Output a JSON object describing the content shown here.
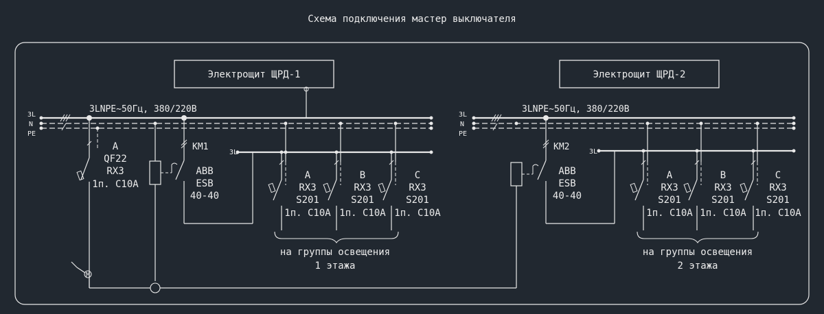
{
  "title": "Схема подключения мастер выключателя",
  "panel1": {
    "name": "Электрощит ЩРД-1",
    "supply": "3LNPE~50Гц, 380/220В",
    "bus_labels": [
      "3L",
      "N",
      "PE"
    ],
    "main_breaker": [
      "A",
      "QF22",
      "RX3",
      "1п. C10A"
    ],
    "contactor": [
      "ABB",
      "ESB",
      "40-40"
    ],
    "contactor_tag": "KM1",
    "out_bus_label": "3L",
    "groups": [
      {
        "lines": [
          "A",
          "RX3",
          "S201",
          "1п. C10A"
        ]
      },
      {
        "lines": [
          "B",
          "RX3",
          "S201",
          "1п. C10A"
        ]
      },
      {
        "lines": [
          "C",
          "RX3",
          "S201",
          "1п. C10A"
        ]
      }
    ],
    "note": [
      "на группы освещения",
      "1 этажа"
    ]
  },
  "panel2": {
    "name": "Электрощит ЩРД-2",
    "supply": "3LNPE~50Гц, 380/220В",
    "bus_labels": [
      "3L",
      "N",
      "PE"
    ],
    "contactor": [
      "ABB",
      "ESB",
      "40-40"
    ],
    "contactor_tag": "KM2",
    "out_bus_label": "3L",
    "groups": [
      {
        "lines": [
          "A",
          "RX3",
          "S201",
          "1п. C10A"
        ]
      },
      {
        "lines": [
          "B",
          "RX3",
          "S201",
          "1п. C10A"
        ]
      },
      {
        "lines": [
          "C",
          "RX3",
          "S201",
          "1п. C10A"
        ]
      }
    ],
    "note": [
      "на группы освещения",
      "2 этажа"
    ]
  },
  "master_switch_symbol": "M"
}
